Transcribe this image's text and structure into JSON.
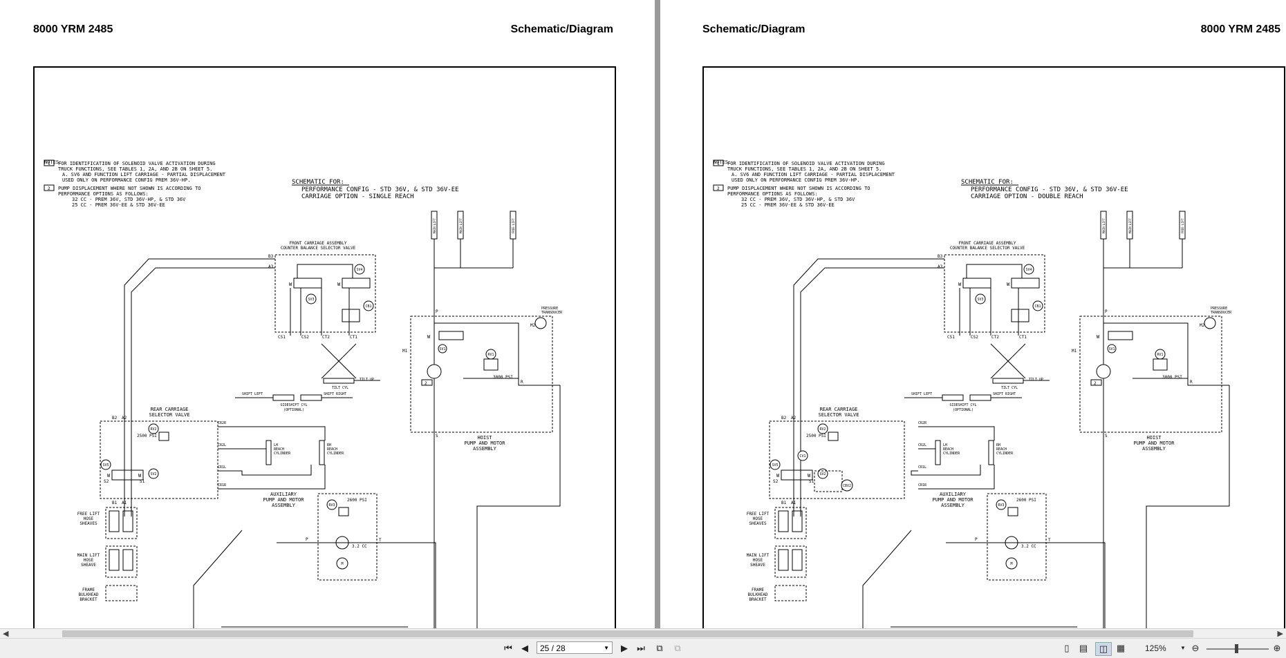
{
  "pages": [
    {
      "doc_id": "8000 YRM 2485",
      "section": "Schematic/Diagram",
      "notes_title": "NOTES:",
      "note1": [
        "FOR IDENTIFICATION OF SOLENOID VALVE ACTIVATION DURING",
        "TRUCK FUNCTIONS, SEE TABLES 1, 2A, AND 2B ON SHEET 5.",
        "A. SV6 AND FUNCTION LIFT CARRIAGE - PARTIAL DISPLACEMENT",
        "USED ONLY ON PERFORMANCE CONFIG PREM 36V-HP."
      ],
      "note2": [
        "PUMP DISPLACEMENT WHERE NOT SHOWN IS ACCORDING TO",
        "PERFORMANCE OPTIONS AS FOLLOWS:",
        "32 CC - PREM 36V, STD 36V-HP, & STD 36V",
        "25 CC - PREM 36V-EE & STD 36V-EE"
      ],
      "schematic_for": "SCHEMATIC FOR:",
      "config_line": "PERFORMANCE CONFIG - STD 36V, & STD 36V-EE",
      "option_line": "CARRIAGE OPTION    - SINGLE REACH",
      "labels": {
        "front_carriage": [
          "FRONT CARRIAGE ASSEMBLY",
          "COUNTER BALANCE SELECTOR VALVE"
        ],
        "rear_carriage": [
          "REAR CARRIAGE",
          "SELECTOR VALVE"
        ],
        "pressure_transducer": [
          "PRESSURE",
          "TRANSDUCER"
        ],
        "hoist": [
          "HOIST",
          "PUMP AND MOTOR",
          "ASSEMBLY"
        ],
        "auxiliary": [
          "AUXILIARY",
          "PUMP AND MOTOR",
          "ASSEMBLY"
        ],
        "free_lift": [
          "FREE LIFT",
          "HOSE",
          "SHEAVES"
        ],
        "main_lift": [
          "MAIN LIFT",
          "HOSE",
          "SHEAVE"
        ],
        "frame": [
          "FRAME",
          "BULKHEAD",
          "BRACKET"
        ],
        "sideshift": [
          "SIDESHIFT CYL",
          "(OPTIONAL)"
        ],
        "tilt_cyl": "TILT CYL",
        "tilt_up": "TILT UP",
        "shift_left": "SHIFT LEFT",
        "shift_right": "SHIFT RIGHT",
        "lh_reach": [
          "LH",
          "REACH",
          "CYLINDER"
        ],
        "rh_reach": [
          "RH",
          "REACH",
          "CYLINDER"
        ],
        "psi_2500": "2500 PSI",
        "psi_3000": "3000 PSI",
        "psi_2600": "2600 PSI",
        "cc_32": "3.2 CC",
        "main_lift_cyl": "MAIN LIFT",
        "free_lift_cyl": "FREE LIFT"
      }
    },
    {
      "doc_id": "8000 YRM 2485",
      "section": "Schematic/Diagram",
      "notes_title": "NOTES:",
      "note1": [
        "FOR IDENTIFICATION OF SOLENOID VALVE ACTIVATION DURING",
        "TRUCK FUNCTIONS, SEE TABLES 1, 2A, AND 2B ON SHEET 5.",
        "A. SV6 AND FUNCTION LIFT CARRIAGE - PARTIAL DISPLACEMENT",
        "USED ONLY ON PERFORMANCE CONFIG PREM 36V-HP."
      ],
      "note2": [
        "PUMP DISPLACEMENT WHERE NOT SHOWN IS ACCORDING TO",
        "PERFORMANCE OPTIONS AS FOLLOWS:",
        "32 CC - PREM 36V, STD 36V-HP, & STD 36V",
        "25 CC - PREM 36V-EE & STD 36V-EE"
      ],
      "schematic_for": "SCHEMATIC FOR:",
      "config_line": "PERFORMANCE CONFIG - STD 36V, & STD 36V-EE",
      "option_line": "CARRIAGE OPTION    - DOUBLE REACH",
      "labels": {
        "front_carriage": [
          "FRONT CARRIAGE ASSEMBLY",
          "COUNTER BALANCE SELECTOR VALVE"
        ],
        "rear_carriage": [
          "REAR CARRIAGE",
          "SELECTOR VALVE"
        ],
        "pressure_transducer": [
          "PRESSURE",
          "TRANSDUCER"
        ],
        "hoist": [
          "HOIST",
          "PUMP AND MOTOR",
          "ASSEMBLY"
        ],
        "auxiliary": [
          "AUXILIARY",
          "PUMP AND MOTOR",
          "ASSEMBLY"
        ],
        "free_lift": [
          "FREE LIFT",
          "HOSE",
          "SHEAVES"
        ],
        "main_lift": [
          "MAIN LIFT",
          "HOSE",
          "SHEAVE"
        ],
        "frame": [
          "FRAME",
          "BULKHEAD",
          "BRACKET"
        ],
        "sideshift": [
          "SIDESHIFT CYL",
          "(OPTIONAL)"
        ],
        "tilt_cyl": "TILT CYL",
        "tilt_up": "TILT UP",
        "shift_left": "SHIFT LEFT",
        "shift_right": "SHIFT RIGHT",
        "lh_reach": [
          "LH",
          "REACH",
          "CYLINDER"
        ],
        "rh_reach": [
          "RH",
          "REACH",
          "CYLINDER"
        ],
        "psi_2500": "2500 PSI",
        "psi_3000": "3000 PSI",
        "psi_2600": "2600 PSI",
        "cc_32": "3.2 CC",
        "main_lift_cyl": "MAIN LIFT",
        "free_lift_cyl": "FREE LIFT"
      }
    }
  ],
  "toolbar": {
    "page_indicator": "25 / 28",
    "zoom": "125%",
    "icons": [
      "first-page-icon",
      "prev-page-icon",
      "next-page-icon",
      "last-page-icon",
      "prev-view-icon",
      "next-view-icon",
      "single-page-icon",
      "continuous-icon",
      "two-page-icon",
      "two-page-continuous-icon",
      "zoom-dropdown-icon",
      "zoom-out-icon",
      "zoom-in-icon"
    ]
  }
}
